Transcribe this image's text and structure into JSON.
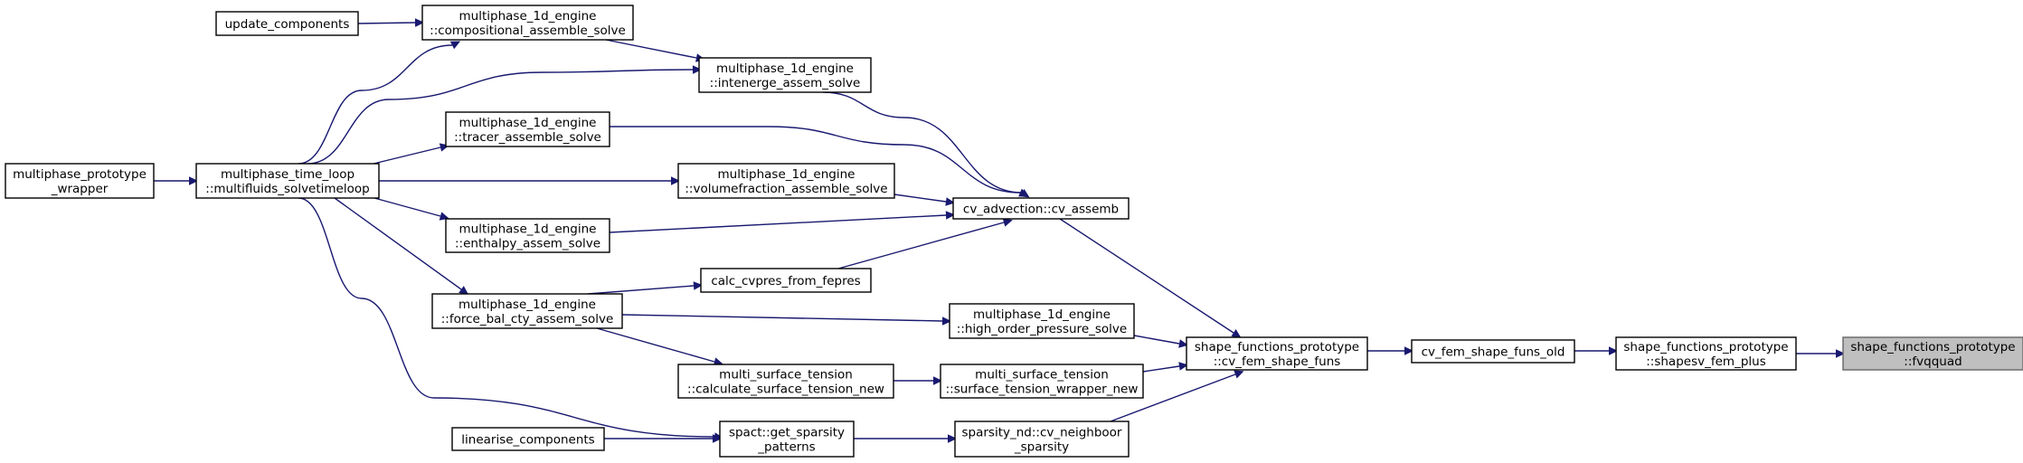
{
  "diagram": {
    "type": "call-graph",
    "direction": "right-to-left",
    "colors": {
      "edge": "#191970",
      "node_border": "#000000",
      "node_fill": "#ffffff",
      "focus_fill": "#bfbfbf",
      "focus_border": "#666666"
    },
    "nodes": [
      {
        "id": "fvqquad",
        "lines": [
          "shape_functions_prototype",
          "::fvqquad"
        ],
        "focus": true
      },
      {
        "id": "shapesv_fem_plus",
        "lines": [
          "shape_functions_prototype",
          "::shapesv_fem_plus"
        ]
      },
      {
        "id": "cv_fem_shape_funs_old",
        "lines": [
          "cv_fem_shape_funs_old"
        ]
      },
      {
        "id": "cv_fem_shape_funs",
        "lines": [
          "shape_functions_prototype",
          "::cv_fem_shape_funs"
        ]
      },
      {
        "id": "cv_assemb",
        "lines": [
          "cv_advection::cv_assemb"
        ]
      },
      {
        "id": "high_order_pressure_solve",
        "lines": [
          "multiphase_1d_engine",
          "::high_order_pressure_solve"
        ]
      },
      {
        "id": "surface_tension_wrapper_new",
        "lines": [
          "multi_surface_tension",
          "::surface_tension_wrapper_new"
        ]
      },
      {
        "id": "cv_neighboor_sparsity",
        "lines": [
          "sparsity_nd::cv_neighboor",
          "_sparsity"
        ]
      },
      {
        "id": "intenerge_assem_solve",
        "lines": [
          "multiphase_1d_engine",
          "::intenerge_assem_solve"
        ]
      },
      {
        "id": "volumefraction_assemble_solve",
        "lines": [
          "multiphase_1d_engine",
          "::volumefraction_assemble_solve"
        ]
      },
      {
        "id": "calc_cvpres_from_fepres",
        "lines": [
          "calc_cvpres_from_fepres"
        ]
      },
      {
        "id": "calculate_surface_tension_new",
        "lines": [
          "multi_surface_tension",
          "::calculate_surface_tension_new"
        ]
      },
      {
        "id": "get_sparsity_patterns",
        "lines": [
          "spact::get_sparsity",
          "_patterns"
        ]
      },
      {
        "id": "compositional_assemble_solve",
        "lines": [
          "multiphase_1d_engine",
          "::compositional_assemble_solve"
        ]
      },
      {
        "id": "tracer_assemble_solve",
        "lines": [
          "multiphase_1d_engine",
          "::tracer_assemble_solve"
        ]
      },
      {
        "id": "enthalpy_assem_solve",
        "lines": [
          "multiphase_1d_engine",
          "::enthalpy_assem_solve"
        ]
      },
      {
        "id": "force_bal_cty_assem_solve",
        "lines": [
          "multiphase_1d_engine",
          "::force_bal_cty_assem_solve"
        ]
      },
      {
        "id": "update_components",
        "lines": [
          "update_components"
        ]
      },
      {
        "id": "linearise_components",
        "lines": [
          "linearise_components"
        ]
      },
      {
        "id": "multifluids_solvetimeloop",
        "lines": [
          "multiphase_time_loop",
          "::multifluids_solvetimeloop"
        ]
      },
      {
        "id": "multiphase_prototype_wrapper",
        "lines": [
          "multiphase_prototype",
          "_wrapper"
        ]
      }
    ],
    "edges": [
      {
        "from": "shapesv_fem_plus",
        "to": "fvqquad"
      },
      {
        "from": "cv_fem_shape_funs_old",
        "to": "shapesv_fem_plus"
      },
      {
        "from": "cv_fem_shape_funs",
        "to": "cv_fem_shape_funs_old"
      },
      {
        "from": "cv_assemb",
        "to": "cv_fem_shape_funs"
      },
      {
        "from": "high_order_pressure_solve",
        "to": "cv_fem_shape_funs"
      },
      {
        "from": "surface_tension_wrapper_new",
        "to": "cv_fem_shape_funs"
      },
      {
        "from": "cv_neighboor_sparsity",
        "to": "cv_fem_shape_funs"
      },
      {
        "from": "intenerge_assem_solve",
        "to": "cv_assemb"
      },
      {
        "from": "tracer_assemble_solve",
        "to": "cv_assemb"
      },
      {
        "from": "volumefraction_assemble_solve",
        "to": "cv_assemb"
      },
      {
        "from": "enthalpy_assem_solve",
        "to": "cv_assemb"
      },
      {
        "from": "calc_cvpres_from_fepres",
        "to": "cv_assemb"
      },
      {
        "from": "force_bal_cty_assem_solve",
        "to": "high_order_pressure_solve"
      },
      {
        "from": "calculate_surface_tension_new",
        "to": "surface_tension_wrapper_new"
      },
      {
        "from": "get_sparsity_patterns",
        "to": "cv_neighboor_sparsity"
      },
      {
        "from": "compositional_assemble_solve",
        "to": "intenerge_assem_solve"
      },
      {
        "from": "multifluids_solvetimeloop",
        "to": "intenerge_assem_solve"
      },
      {
        "from": "force_bal_cty_assem_solve",
        "to": "calc_cvpres_from_fepres"
      },
      {
        "from": "force_bal_cty_assem_solve",
        "to": "calculate_surface_tension_new"
      },
      {
        "from": "multifluids_solvetimeloop",
        "to": "get_sparsity_patterns"
      },
      {
        "from": "linearise_components",
        "to": "get_sparsity_patterns"
      },
      {
        "from": "update_components",
        "to": "compositional_assemble_solve"
      },
      {
        "from": "multifluids_solvetimeloop",
        "to": "compositional_assemble_solve"
      },
      {
        "from": "multifluids_solvetimeloop",
        "to": "tracer_assemble_solve"
      },
      {
        "from": "multifluids_solvetimeloop",
        "to": "volumefraction_assemble_solve"
      },
      {
        "from": "multifluids_solvetimeloop",
        "to": "enthalpy_assem_solve"
      },
      {
        "from": "multifluids_solvetimeloop",
        "to": "force_bal_cty_assem_solve"
      },
      {
        "from": "multiphase_prototype_wrapper",
        "to": "multifluids_solvetimeloop"
      }
    ]
  }
}
